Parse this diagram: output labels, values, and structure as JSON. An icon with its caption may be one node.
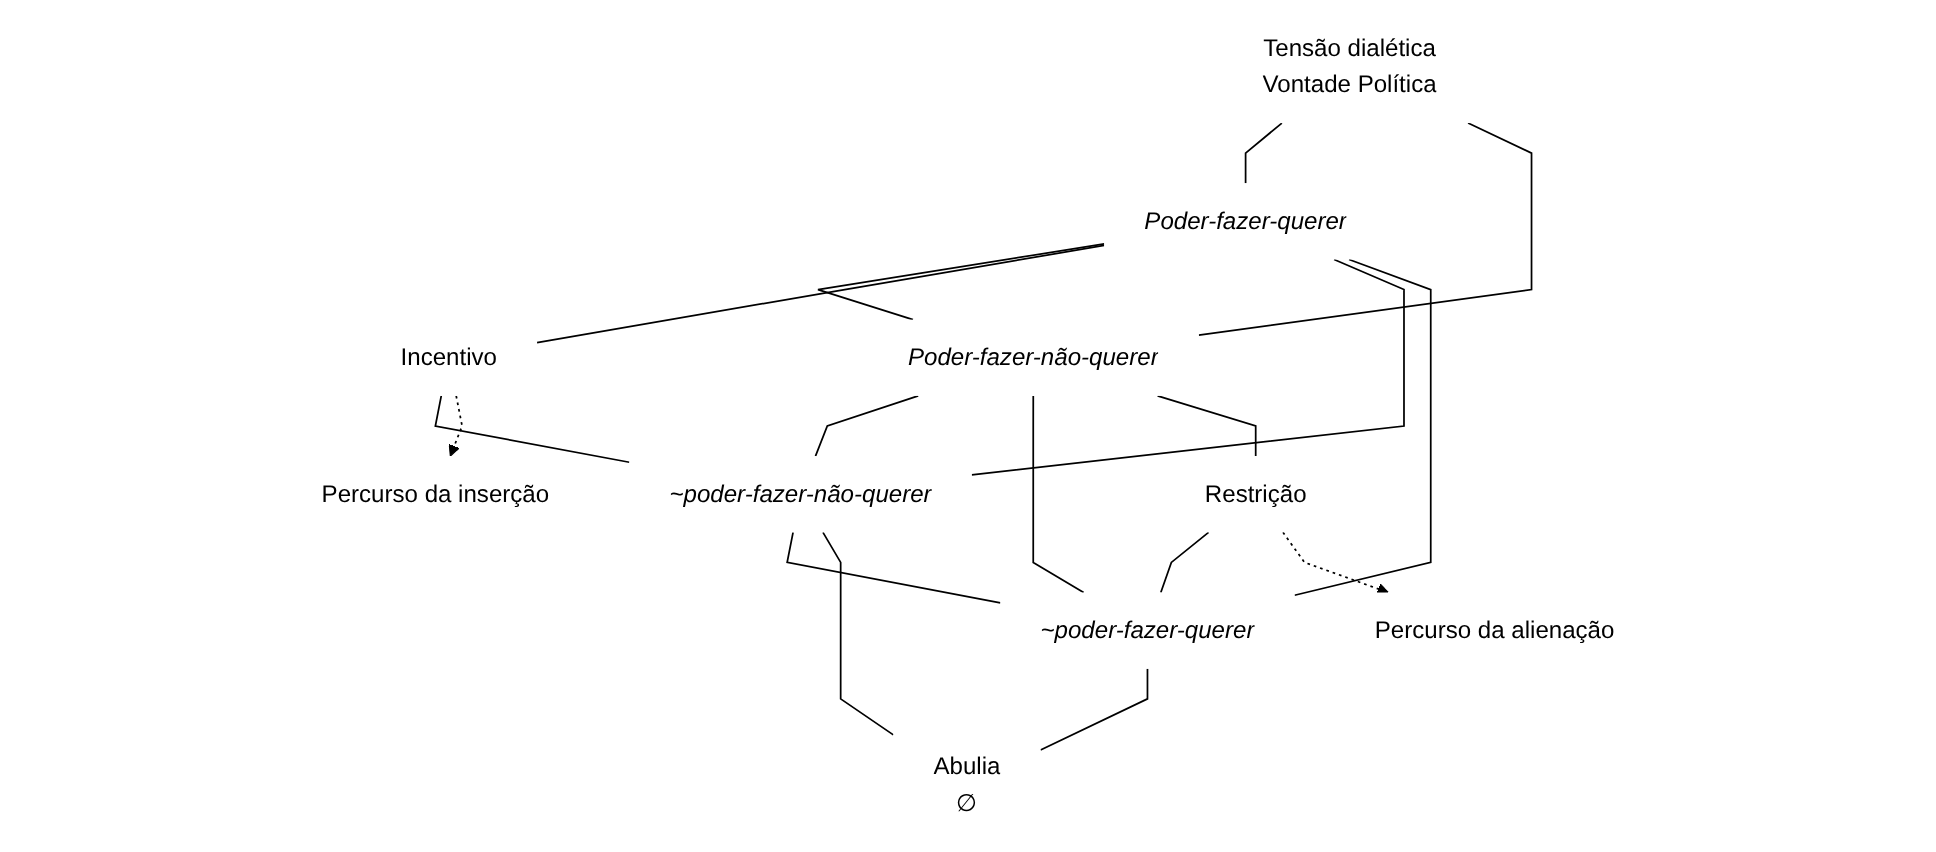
{
  "diagram": {
    "nodes": [
      {
        "text": [
          "Percurso da inserção"
        ]
      },
      {
        "text": [
          "Tensão dialética",
          "Vontade Política"
        ]
      },
      {
        "text": [
          "Poder-fazer-querer"
        ]
      },
      {
        "text": [
          "Poder-fazer-não-querer"
        ]
      },
      {
        "text": [
          "Incentivo"
        ]
      },
      {
        "text": [
          "Restrição"
        ]
      },
      {
        "text": [
          "~poder-fazer-não-querer"
        ]
      },
      {
        "text": [
          "~poder-fazer-querer"
        ]
      },
      {
        "text": [
          "Abulia",
          "∅"
        ]
      },
      {
        "text": [
          "Percurso da alienação"
        ]
      }
    ],
    "edges": [
      {
        "from": 1,
        "to": 2,
        "arrow": "none"
      },
      {
        "from": 1,
        "to": 3,
        "arrow": "none"
      },
      {
        "from": 2,
        "to": 3,
        "arrow": "none"
      },
      {
        "from": 2,
        "to": 4,
        "arrow": "none"
      },
      {
        "from": 4,
        "to": 6,
        "arrow": "none"
      },
      {
        "from": 4,
        "to": 0,
        "arrow": "to",
        "style": "dashed"
      },
      {
        "from": 2,
        "to": 6,
        "arrow": "none"
      },
      {
        "from": 2,
        "to": 7,
        "arrow": "none"
      },
      {
        "from": 3,
        "to": 6,
        "arrow": "none"
      },
      {
        "from": 3,
        "to": 7,
        "arrow": "none"
      },
      {
        "from": 3,
        "to": 5,
        "arrow": "none"
      },
      {
        "from": 5,
        "to": 7,
        "arrow": "none"
      },
      {
        "from": 5,
        "to": 9,
        "arrow": "to",
        "style": "dashed"
      },
      {
        "from": 6,
        "to": 7,
        "arrow": "none"
      },
      {
        "from": 6,
        "to": 8,
        "arrow": "none"
      },
      {
        "from": 7,
        "to": 8,
        "arrow": "none"
      }
    ]
  }
}
